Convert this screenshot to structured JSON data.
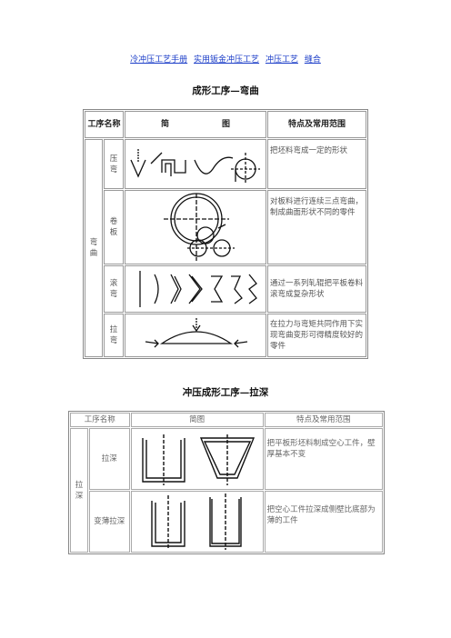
{
  "nav_links": [
    "冷冲压工艺手册",
    "实用钣金冲压工艺",
    "冲压工艺",
    "缝合"
  ],
  "section1": {
    "title": "成形工序—弯曲",
    "headers": {
      "name": "工序名称",
      "diagram_a": "简",
      "diagram_b": "图",
      "feature": "特点及常用范围"
    },
    "category": "弯曲",
    "rows": [
      {
        "op": "压弯",
        "desc": "把坯料弯成一定的形状",
        "diagram_icon": "press-bending-diagram"
      },
      {
        "op": "卷板",
        "desc": "对板料进行连续三点弯曲，制成曲面形状不同的零件",
        "diagram_icon": "roll-bending-diagram"
      },
      {
        "op": "滚弯",
        "desc": "通过一系列轧辊把平板卷料滚弯成复杂形状",
        "diagram_icon": "roll-forming-diagram"
      },
      {
        "op": "拉弯",
        "desc": "在拉力与弯矩共同作用下实现弯曲变形可得精度较好的零件",
        "diagram_icon": "stretch-bending-diagram"
      }
    ]
  },
  "section2": {
    "title": "冲压成形工序—拉深",
    "headers": {
      "name": "工序名称",
      "diagram": "简图",
      "feature": "特点及常用范围"
    },
    "category": "拉深",
    "rows": [
      {
        "op": "拉深",
        "desc": "把平板形坯料制成空心工件，壁厚基本不变",
        "diagram_icon": "deep-drawing-diagram"
      },
      {
        "op": "变薄拉深",
        "desc": "把空心工件拉深成侧壁比底部为薄的工件",
        "diagram_icon": "ironing-diagram"
      }
    ]
  }
}
